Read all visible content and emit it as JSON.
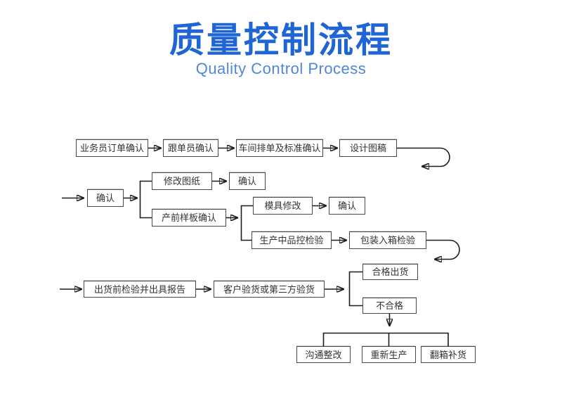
{
  "title": {
    "zh": "质量控制流程",
    "en": "Quality Control Process"
  },
  "colors": {
    "title": "#1f65d4",
    "subtitle": "#4e87dc",
    "line": "#1c1c1c",
    "box_border": "#484848",
    "box_text": "#333333",
    "page_bg": "#ffffff"
  },
  "flowchart": {
    "nodes": {
      "order_confirm": "业务员订单确认",
      "merchandiser_confirm": "跟单员确认",
      "workshop_schedule": "车间排单及标准确认",
      "design_draft": "设计图稿",
      "confirm1": "确认",
      "revise_drawing": "修改图纸",
      "confirm2": "确认",
      "presample_confirm": "产前样板确认",
      "mold_modify": "模具修改",
      "confirm3": "确认",
      "inproduction_qc": "生产中品控检验",
      "packing_inspection": "包装入箱检验",
      "preshipment_report": "出货前检验并出具报告",
      "customer_inspection": "客户验货或第三方验货",
      "qualified_ship": "合格出货",
      "unqualified": "不合格",
      "communicate_rectify": "沟通整改",
      "reproduce": "重新生产",
      "repack_replenish": "翻箱补货"
    },
    "edges": [
      {
        "from": "order_confirm",
        "to": "merchandiser_confirm"
      },
      {
        "from": "merchandiser_confirm",
        "to": "workshop_schedule"
      },
      {
        "from": "workshop_schedule",
        "to": "design_draft"
      },
      {
        "from": "design_draft",
        "to": "confirm1",
        "style": "wrap-loop"
      },
      {
        "from": "confirm1",
        "to": "revise_drawing"
      },
      {
        "from": "confirm1",
        "to": "presample_confirm"
      },
      {
        "from": "revise_drawing",
        "to": "confirm2"
      },
      {
        "from": "presample_confirm",
        "to": "mold_modify"
      },
      {
        "from": "presample_confirm",
        "to": "inproduction_qc"
      },
      {
        "from": "mold_modify",
        "to": "confirm3"
      },
      {
        "from": "inproduction_qc",
        "to": "packing_inspection"
      },
      {
        "from": "packing_inspection",
        "to": "preshipment_report",
        "style": "wrap-loop"
      },
      {
        "from": "preshipment_report",
        "to": "customer_inspection"
      },
      {
        "from": "customer_inspection",
        "to": "qualified_ship"
      },
      {
        "from": "customer_inspection",
        "to": "unqualified"
      },
      {
        "from": "unqualified",
        "to": "communicate_rectify"
      },
      {
        "from": "unqualified",
        "to": "reproduce"
      },
      {
        "from": "unqualified",
        "to": "repack_replenish"
      }
    ]
  }
}
